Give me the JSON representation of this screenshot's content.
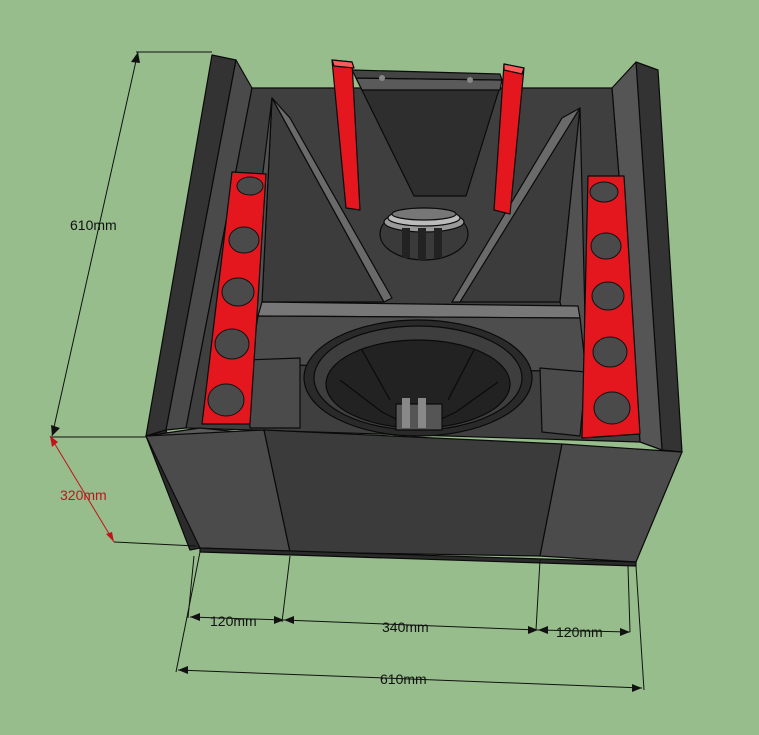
{
  "dimensions": {
    "height": "610mm",
    "depth": "320mm",
    "left_section": "120mm",
    "center_section": "340mm",
    "right_section": "120mm",
    "total_width": "610mm"
  },
  "colors": {
    "background": "#97bd8c",
    "box_dark": "#3a3a3a",
    "box_mid": "#4c4c4c",
    "box_light": "#636363",
    "brace_red": "#e4161e",
    "depth_dimension": "#c0141c"
  }
}
